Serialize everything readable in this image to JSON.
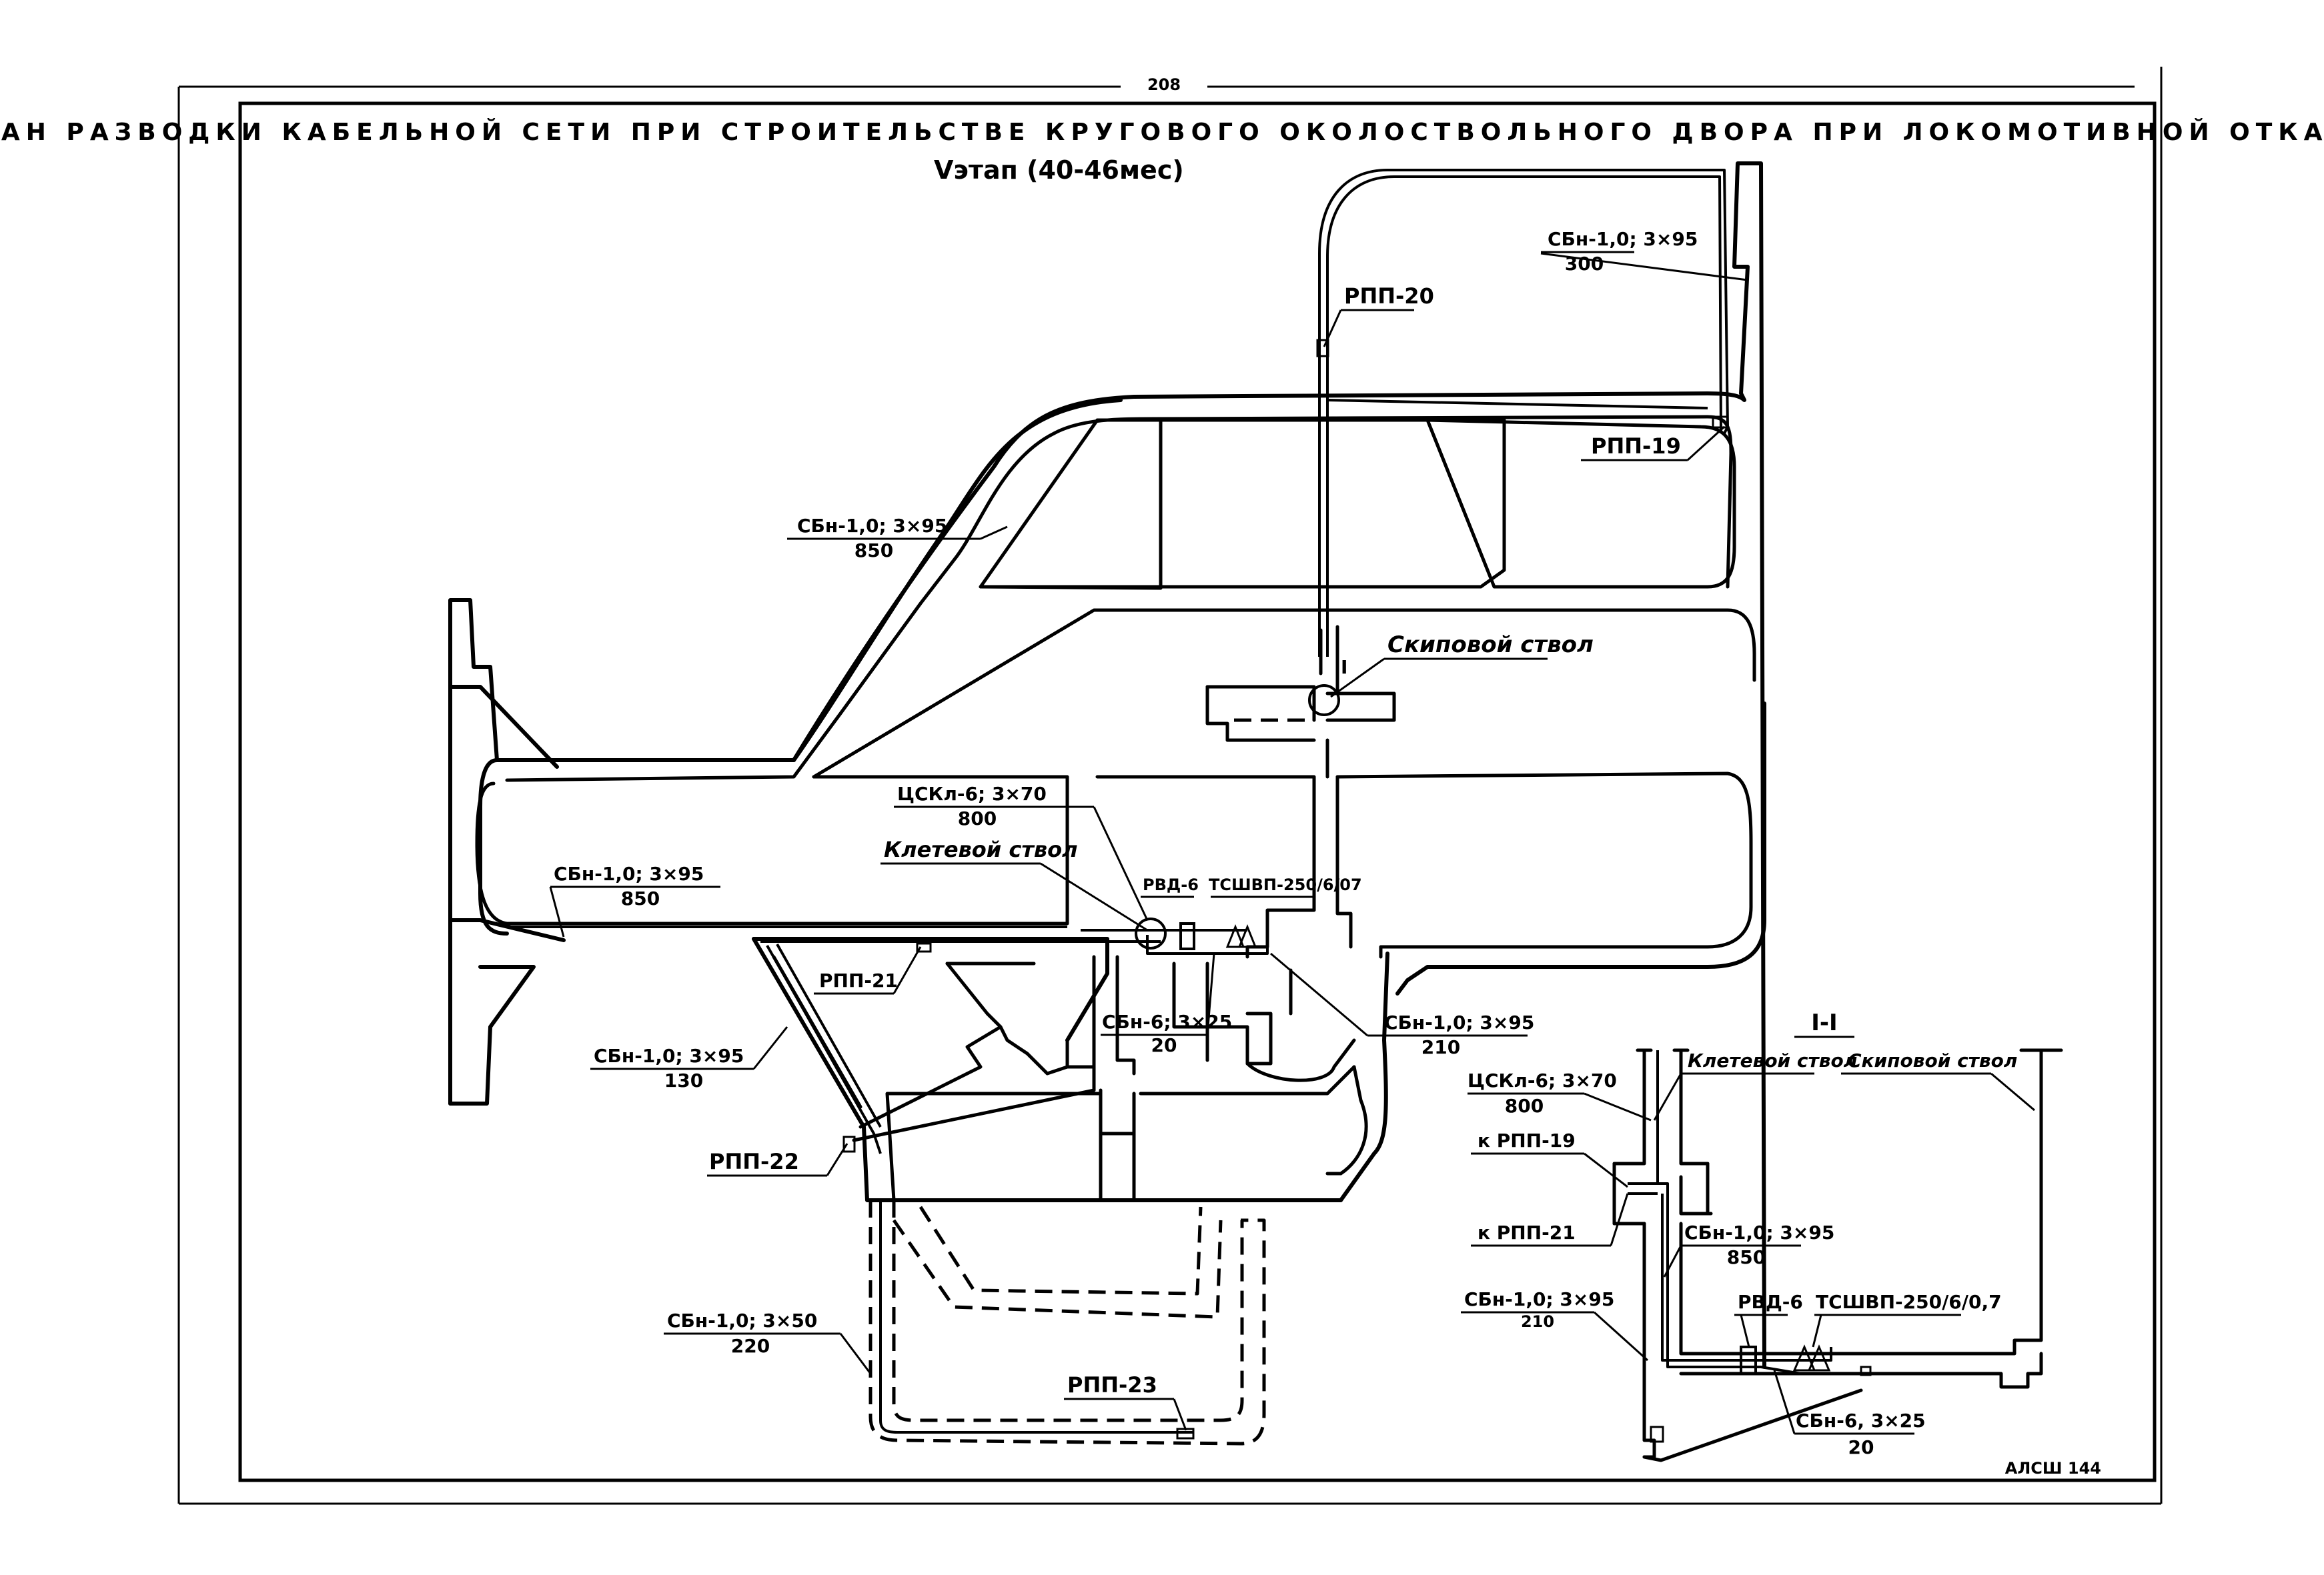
{
  "sheet": {
    "page_number": "208",
    "title": "ПЛАН РАЗВОДКИ КАБЕЛЬНОЙ СЕТИ ПРИ СТРОИТЕЛЬСТВЕ КРУГОВОГО ОКОЛОСТВОЛЬНОГО ДВОРА ПРИ ЛОКОМОТИВНОЙ ОТКАТКЕ",
    "subtitle": "Ⅴэтап (40-46мес)",
    "sheet_code": "АЛСШ 144"
  },
  "plan_labels": {
    "cable_top_right": {
      "name": "СБн-1,0; 3×95",
      "length": "300"
    },
    "rpp20": "РПП-20",
    "rpp19": "РПП-19",
    "cable_upper_left": {
      "name": "СБн-1,0; 3×95",
      "length": "850"
    },
    "skip_shaft": "Скиповой ствол",
    "section_mark": "I",
    "cable_csk": {
      "name": "ЦСКл-6; 3×70",
      "length": "800"
    },
    "cage_shaft": "Клетевой ствол",
    "cable_left": {
      "name": "СБн-1,0; 3×95",
      "length": "850"
    },
    "rvd6": "РВД-6",
    "tsshvp": "ТСШВП-250/6/07",
    "rpp21": "РПП-21",
    "cable_sbn6": {
      "name": "СБн-6; 3×25",
      "length": "20"
    },
    "cable_right_mid": {
      "name": "СБн-1,0; 3×95",
      "length": "210"
    },
    "cable_130": {
      "name": "СБн-1,0; 3×95",
      "length": "130"
    },
    "rpp22": "РПП-22",
    "cable_220": {
      "name": "СБн-1,0; 3×50",
      "length": "220"
    },
    "rpp23": "РПП-23"
  },
  "section": {
    "title": "I-I",
    "cage_shaft": "Клетевой ствол",
    "skip_shaft": "Скиповой ствол",
    "cable_csk": {
      "name": "ЦСКл-6; 3×70",
      "length": "800"
    },
    "to_rpp19": "к РПП-19",
    "to_rpp21": "к РПП-21",
    "cable_850": {
      "name": "СБн-1,0; 3×95",
      "length": "850"
    },
    "cable_210": {
      "name": "СБн-1,0; 3×95",
      "length": "210"
    },
    "rvd6": "РВД-6",
    "tsshvp": "ТСШВП-250/6/0,7",
    "cable_sbn6": {
      "name": "СБн-6, 3×25",
      "length": "20"
    }
  }
}
